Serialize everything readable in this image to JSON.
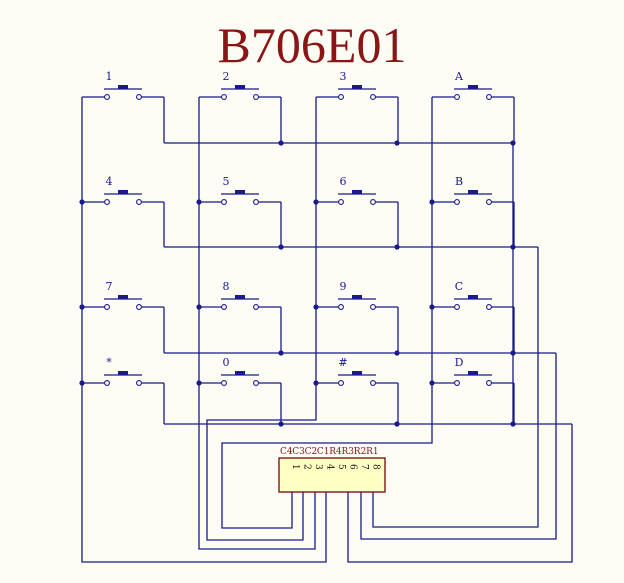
{
  "title": "B706E01",
  "keys": [
    [
      "1",
      "2",
      "3",
      "A"
    ],
    [
      "4",
      "5",
      "6",
      "B"
    ],
    [
      "7",
      "8",
      "9",
      "C"
    ],
    [
      "*",
      "0",
      "#",
      "D"
    ]
  ],
  "connector": {
    "signals": [
      "C4",
      "C3",
      "C2",
      "C1",
      "R4",
      "R3",
      "R2",
      "R1"
    ],
    "pins": [
      "1",
      "2",
      "3",
      "4",
      "5",
      "6",
      "7",
      "8"
    ]
  }
}
